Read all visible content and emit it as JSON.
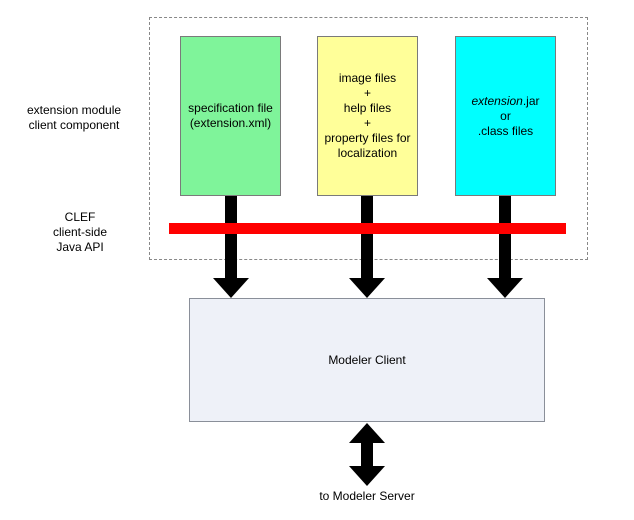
{
  "labels": {
    "extension_module": [
      "extension module",
      "client component"
    ],
    "clef_api": [
      "CLEF",
      "client-side",
      "Java API"
    ],
    "to_server": "to Modeler Server"
  },
  "boxes": {
    "spec": {
      "lines": [
        "specification file",
        "(extension.xml)"
      ],
      "color": "#7ff49a"
    },
    "resources": {
      "lines": [
        "image files",
        "+",
        "help files",
        "+",
        "property files for",
        "localization"
      ],
      "color": "#ffff99"
    },
    "classes": {
      "line1_italic": "extension",
      "line1_rest": ".jar",
      "line2": "or",
      "line3": ".class files",
      "color": "#00ffff"
    },
    "client": {
      "label": "Modeler Client",
      "color": "#eef1f8"
    }
  },
  "colors": {
    "api_bar": "#ff0000",
    "arrow": "#000000",
    "dashed_border": "#888888"
  }
}
